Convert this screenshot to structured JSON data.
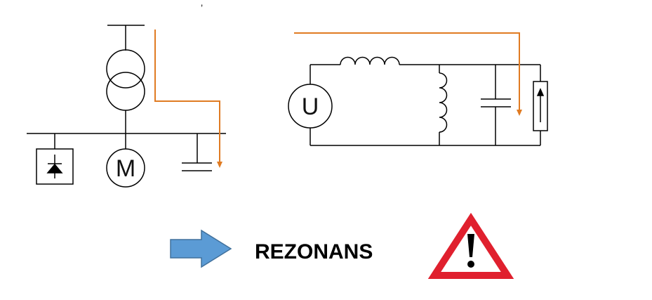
{
  "diagram": {
    "motor_label": "M",
    "source_label": "U",
    "result_label": "REZONANS",
    "stray_mark": "‚",
    "icons": {
      "arrow": "right-arrow-icon",
      "warning": "warning-triangle-icon",
      "rectifier": "rectifier-icon"
    },
    "colors": {
      "wire": "#000000",
      "current_path": "#E07B22",
      "arrow_fill": "#5B9BD5",
      "arrow_stroke": "#41719C",
      "warning_red": "#E0202E"
    }
  }
}
